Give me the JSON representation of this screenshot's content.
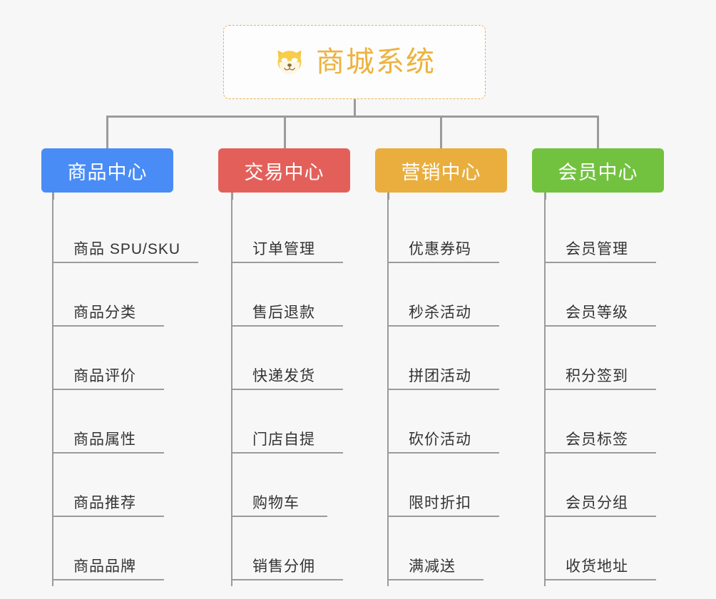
{
  "diagram": {
    "title": "商城系统",
    "background_color": "#f7f7f7",
    "connector_color": "#9b9b9b",
    "root": {
      "label": "商城系统",
      "icon": "shiba-dog-emoji",
      "text_color": "#edb23e",
      "border_color": "#e8b055",
      "border_style": "dashed",
      "fill_color": "#fdfdfd"
    },
    "branches": [
      {
        "id": "product-center",
        "label": "商品中心",
        "color": "#4a8cf5",
        "items": [
          "商品 SPU/SKU",
          "商品分类",
          "商品评价",
          "商品属性",
          "商品推荐",
          "商品品牌"
        ]
      },
      {
        "id": "trade-center",
        "label": "交易中心",
        "color": "#e3605a",
        "items": [
          "订单管理",
          "售后退款",
          "快递发货",
          "门店自提",
          "购物车",
          "销售分佣"
        ]
      },
      {
        "id": "marketing-center",
        "label": "营销中心",
        "color": "#e9ae3e",
        "items": [
          "优惠券码",
          "秒杀活动",
          "拼团活动",
          "砍价活动",
          "限时折扣",
          "满减送"
        ]
      },
      {
        "id": "member-center",
        "label": "会员中心",
        "color": "#72c23f",
        "items": [
          "会员管理",
          "会员等级",
          "积分签到",
          "会员标签",
          "会员分组",
          "收货地址"
        ]
      }
    ]
  }
}
